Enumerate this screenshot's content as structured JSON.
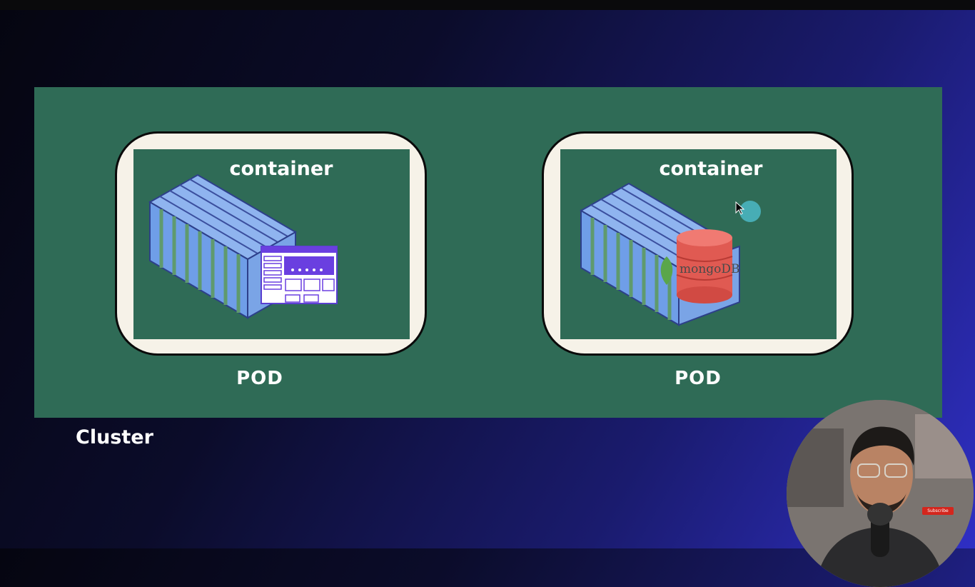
{
  "diagram": {
    "cluster_label": "Cluster",
    "pods": [
      {
        "label": "POD",
        "container_label": "container",
        "app": "web-app"
      },
      {
        "label": "POD",
        "container_label": "container",
        "app": "database"
      }
    ],
    "database_logo_text": "mongoDB",
    "colors": {
      "cluster": "#2f6b56",
      "pod_frame": "#f6f2e8",
      "container_blue": "#6f9ee8",
      "container_stripe": "#5f9a6e",
      "web_purple": "#6a3fe0",
      "db_red": "#e05a52"
    }
  },
  "overlay": {
    "subscribe_label": "Subscribe"
  }
}
